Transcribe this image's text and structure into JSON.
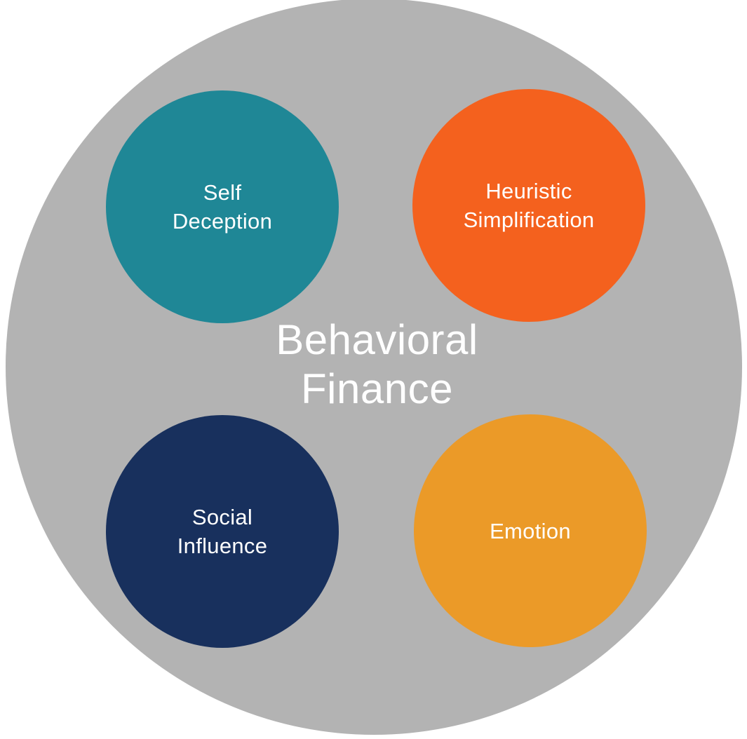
{
  "diagram": {
    "title": {
      "text": "Behavioral Finance",
      "line1": "Behavioral",
      "line2": "Finance"
    },
    "colors": {
      "page_background": "#ffffff",
      "outer_circle": "#b3b3b3",
      "label_text": "#ffffff"
    },
    "nodes": [
      {
        "name": "self-deception",
        "label": "Self Deception",
        "lines": [
          "Self",
          "Deception"
        ],
        "color": "#1f8796"
      },
      {
        "name": "heuristic-simplification",
        "label": "Heuristic Simplification",
        "lines": [
          "Heuristic",
          "Simplification"
        ],
        "color": "#f4611e"
      },
      {
        "name": "social-influence",
        "label": "Social Influence",
        "lines": [
          "Social",
          "Influence"
        ],
        "color": "#18305d"
      },
      {
        "name": "emotion",
        "label": "Emotion",
        "lines": [
          "Emotion"
        ],
        "color": "#eb9a28"
      }
    ]
  }
}
